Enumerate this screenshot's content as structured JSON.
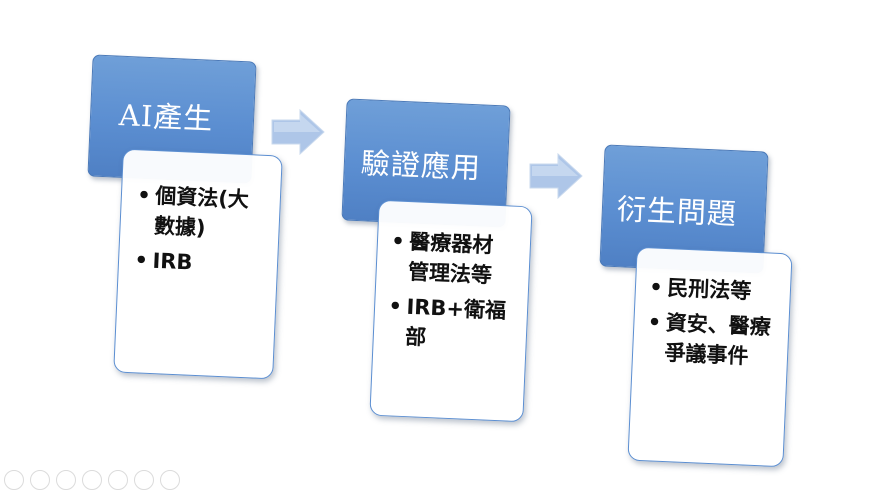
{
  "steps": [
    {
      "title": "AI產生",
      "bullets": [
        "個資法(大數據)",
        "IRB"
      ]
    },
    {
      "title": "驗證應用",
      "bullets": [
        "醫療器材管理法等",
        "IRB+衛福部"
      ]
    },
    {
      "title": "衍生問題",
      "bullets": [
        "民刑法等",
        "資安、醫療爭議事件"
      ]
    }
  ],
  "colors": {
    "header_fill": "#5b8ed1",
    "body_border": "#5b8ed1",
    "arrow_fill": "#aec6e8",
    "title_text": "#ffffff",
    "bullet_text": "#111111"
  }
}
